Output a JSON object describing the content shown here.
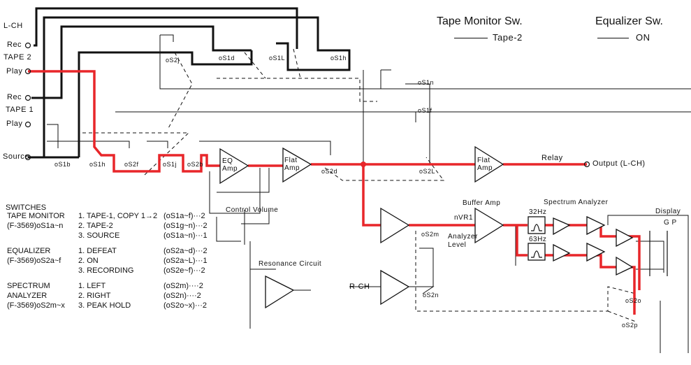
{
  "legend": {
    "tape_monitor_title": "Tape Monitor Sw.",
    "tape_monitor_value": "Tape-2",
    "equalizer_title": "Equalizer Sw.",
    "equalizer_value": "ON"
  },
  "jacks": {
    "lch": "L-CH",
    "rec2": "Rec",
    "tape2": "TAPE 2",
    "play2": "Play",
    "rec1": "Rec",
    "tape1": "TAPE 1",
    "play1": "Play",
    "source": "Source",
    "output": "Output (L-CH)",
    "rch": "R-CH"
  },
  "switch_labels": [
    "oS1b",
    "oS1h",
    "oS2f",
    "oS1j",
    "oS2b",
    "oS2d",
    "oS2L",
    "oS2j",
    "oS1d",
    "oS1L",
    "oS1h",
    "oS1n",
    "oS1f",
    "oS2m",
    "oS2n",
    "oS2o",
    "oS2p"
  ],
  "blocks": {
    "eq_amp": "EQ Amp",
    "flat_amp1": "Flat Amp",
    "flat_amp2": "Flat Amp",
    "relay": "Relay",
    "control_volume": "Control Volume",
    "resonance": "Resonance Circuit",
    "buffer_amp": "Buffer Amp",
    "nvr": "nVR1",
    "analyzer_level": "Analyzer Level",
    "spectrum": "Spectrum Analyzer",
    "f32": "32Hz",
    "f63": "63Hz",
    "display": "Display",
    "gp": "G P"
  },
  "switches_table": {
    "title": "SWITCHES",
    "groups": [
      {
        "name": "TAPE MONITOR",
        "model": "(F-3569)oS1a~n",
        "rows": [
          [
            "1. TAPE-1, COPY 1→2",
            "(oS1a~f)···2"
          ],
          [
            "2. TAPE-2",
            "(oS1g~n)···2"
          ],
          [
            "3. SOURCE",
            "(oS1a~n)···1"
          ]
        ]
      },
      {
        "name": "EQUALIZER",
        "model": "(F-3569)oS2a~f",
        "rows": [
          [
            "1. DEFEAT",
            "(oS2a~d)···2"
          ],
          [
            "2. ON",
            "(oS2a~L)···1"
          ],
          [
            "3. RECORDING",
            "(oS2e~f)···2"
          ]
        ]
      },
      {
        "name": "SPECTRUM",
        "model": "ANALYZER",
        "model2": "(F-3569)oS2m~x",
        "rows": [
          [
            "1. LEFT",
            "(oS2m)····2"
          ],
          [
            "2. RIGHT",
            "(oS2n)····2"
          ],
          [
            "3. PEAK HOLD",
            "(oS2o~x)···2"
          ]
        ]
      }
    ]
  },
  "colors": {
    "signal": "#e8262a",
    "wire": "#111111"
  }
}
